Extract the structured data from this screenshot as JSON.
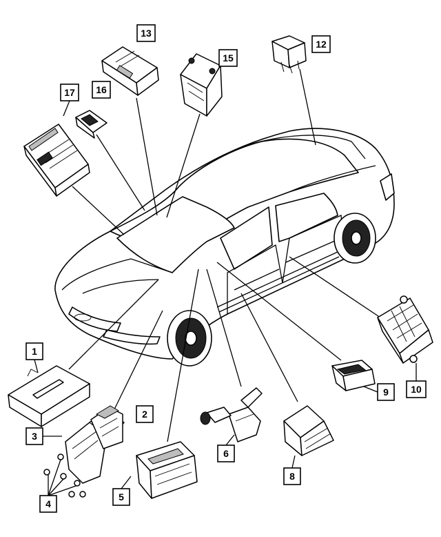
{
  "callouts": [
    {
      "id": "1",
      "label": "1"
    },
    {
      "id": "2",
      "label": "2"
    },
    {
      "id": "3",
      "label": "3"
    },
    {
      "id": "4",
      "label": "4"
    },
    {
      "id": "5",
      "label": "5"
    },
    {
      "id": "6",
      "label": "6"
    },
    {
      "id": "8",
      "label": "8"
    },
    {
      "id": "9",
      "label": "9"
    },
    {
      "id": "10",
      "label": "10"
    },
    {
      "id": "12",
      "label": "12"
    },
    {
      "id": "13",
      "label": "13"
    },
    {
      "id": "15",
      "label": "15"
    },
    {
      "id": "16",
      "label": "16"
    },
    {
      "id": "17",
      "label": "17"
    }
  ],
  "colors": {
    "line": "#000000",
    "background": "#ffffff"
  }
}
